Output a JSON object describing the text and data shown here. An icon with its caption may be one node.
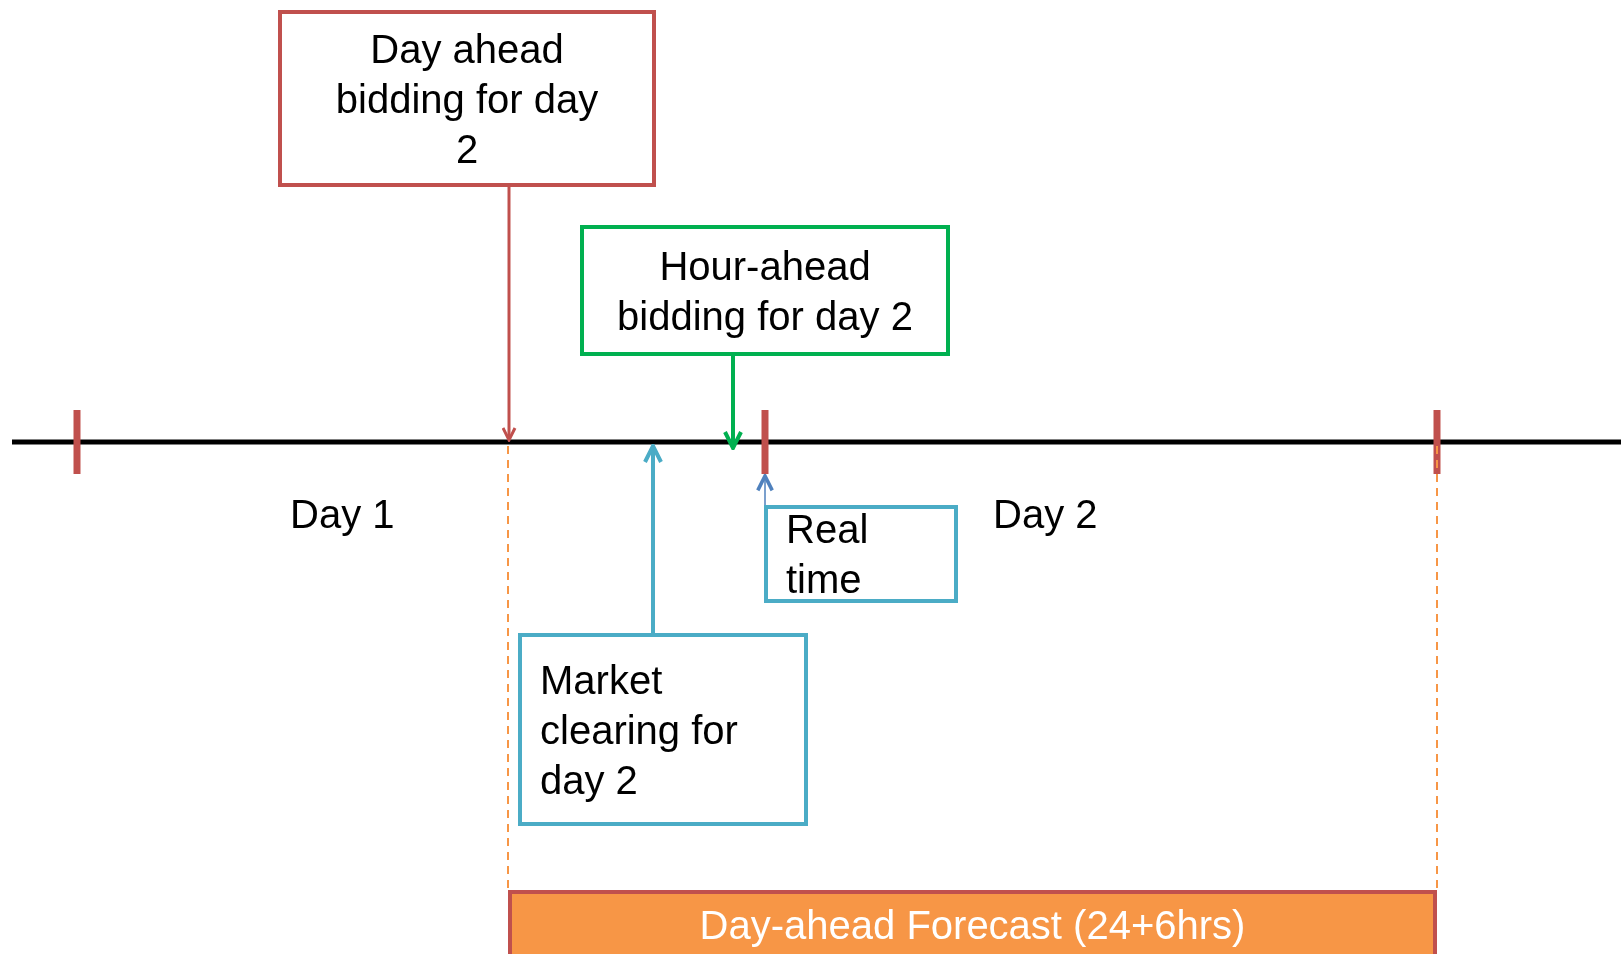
{
  "diagram": {
    "nodes": [
      {
        "text": [
          "Day ahead bidding for day 2"
        ]
      },
      {
        "text": [
          "Hour-ahead bidding for day 2"
        ]
      },
      {
        "text": [
          "Market clearing for day 2"
        ]
      },
      {
        "text": [
          "Real time"
        ]
      },
      {
        "text": [
          "Day-ahead Forecast (24+6hrs)"
        ]
      }
    ],
    "edges": [
      {
        "from": 0,
        "to": null,
        "arrow": "to",
        "color": "#c0504d"
      },
      {
        "from": 1,
        "to": null,
        "arrow": "to",
        "color": "#00b050"
      },
      {
        "from": 2,
        "to": null,
        "arrow": "to",
        "color": "#4bacc6"
      },
      {
        "from": 3,
        "to": null,
        "arrow": "to",
        "color": "#4f81bd"
      }
    ],
    "labels": [
      "Day 1",
      "Day 2"
    ]
  }
}
